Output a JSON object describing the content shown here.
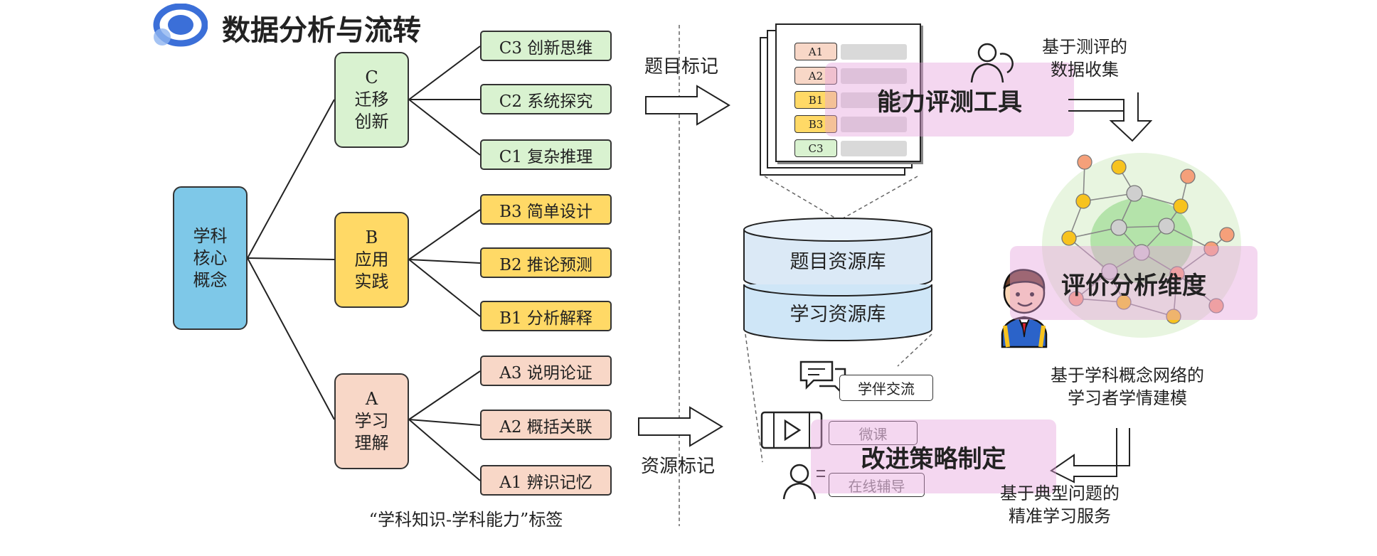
{
  "header": {
    "title": "数据分析与流转"
  },
  "tree": {
    "root": "学科\n核心\n概念",
    "branches": [
      {
        "label": "C\n迁移\n创新",
        "color": "#d9f2d0",
        "leaves": [
          "C3 创新思维",
          "C2 系统探究",
          "C1 复杂推理"
        ]
      },
      {
        "label": "B\n应用\n实践",
        "color": "#ffd966",
        "leaves": [
          "B3 简单设计",
          "B2 推论预测",
          "B1 分析解释"
        ]
      },
      {
        "label": "A\n学习\n理解",
        "color": "#f8d7c7",
        "leaves": [
          "A3 说明论证",
          "A2 概括关联",
          "A1 辨识记忆"
        ]
      }
    ],
    "caption": "“学科知识-学科能力”标签"
  },
  "arrows": {
    "top_label": "题目标记",
    "bottom_label": "资源标记"
  },
  "worksheet": {
    "chips": [
      "A1",
      "A2",
      "B1",
      "B3",
      "C3"
    ]
  },
  "database": {
    "top": "题目资源库",
    "bottom": "学习资源库"
  },
  "resources": {
    "peer": "学伴交流",
    "video": "微课",
    "tutor": "在线辅导"
  },
  "banners": {
    "tool": "能力评测工具",
    "dimension": "评价分析维度",
    "strategy": "改进策略制定"
  },
  "captions": {
    "collect": "基于测评的\n数据收集",
    "model": "基于学科概念网络的\n学习者学情建模",
    "service": "基于典型问题的\n精准学习服务"
  },
  "colors": {
    "root": "#7ec8e8",
    "logo": "#3b6fd8",
    "network_orange": "#f5a07a",
    "network_yellow": "#f7c31e",
    "network_green": "#8fd68a"
  }
}
